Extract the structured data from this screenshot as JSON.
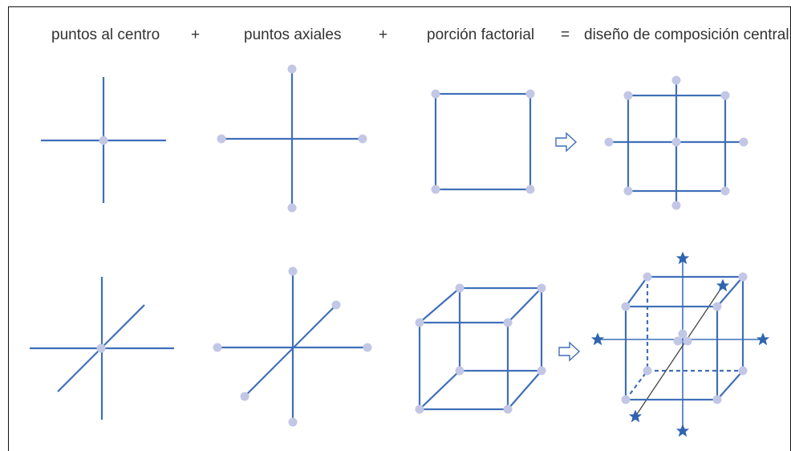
{
  "header": {
    "centre_points": "puntos al centro",
    "plus_1": "+",
    "axial_points": "puntos axiales",
    "plus_2": "+",
    "factorial_portion": "porción factorial",
    "equals": "=",
    "central_composite_design": "diseño de composición central"
  },
  "colors": {
    "line": "#3f6fb8",
    "point": "#c3c7e6",
    "star": "#2f64b0",
    "diagonal": "#444444",
    "arrow": "#3f6fb8"
  },
  "icons": {
    "implies": "hollow-right-arrow-icon",
    "star_point": "star-icon"
  }
}
